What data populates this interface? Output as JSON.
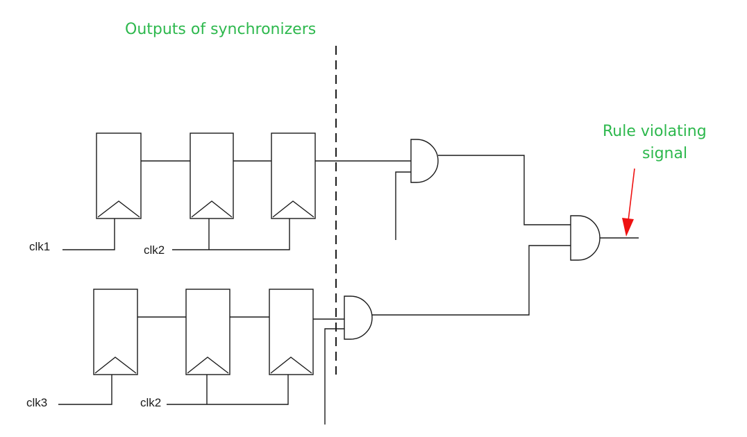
{
  "title": "Outputs of synchronizers",
  "annotation": {
    "line1": "Rule violating",
    "line2": "signal",
    "arrow_color": "#ee1111"
  },
  "label_color": "#2db84d",
  "clocks": {
    "top_left": "clk1",
    "top_right": "clk2",
    "bottom_left": "clk3",
    "bottom_right": "clk2"
  }
}
